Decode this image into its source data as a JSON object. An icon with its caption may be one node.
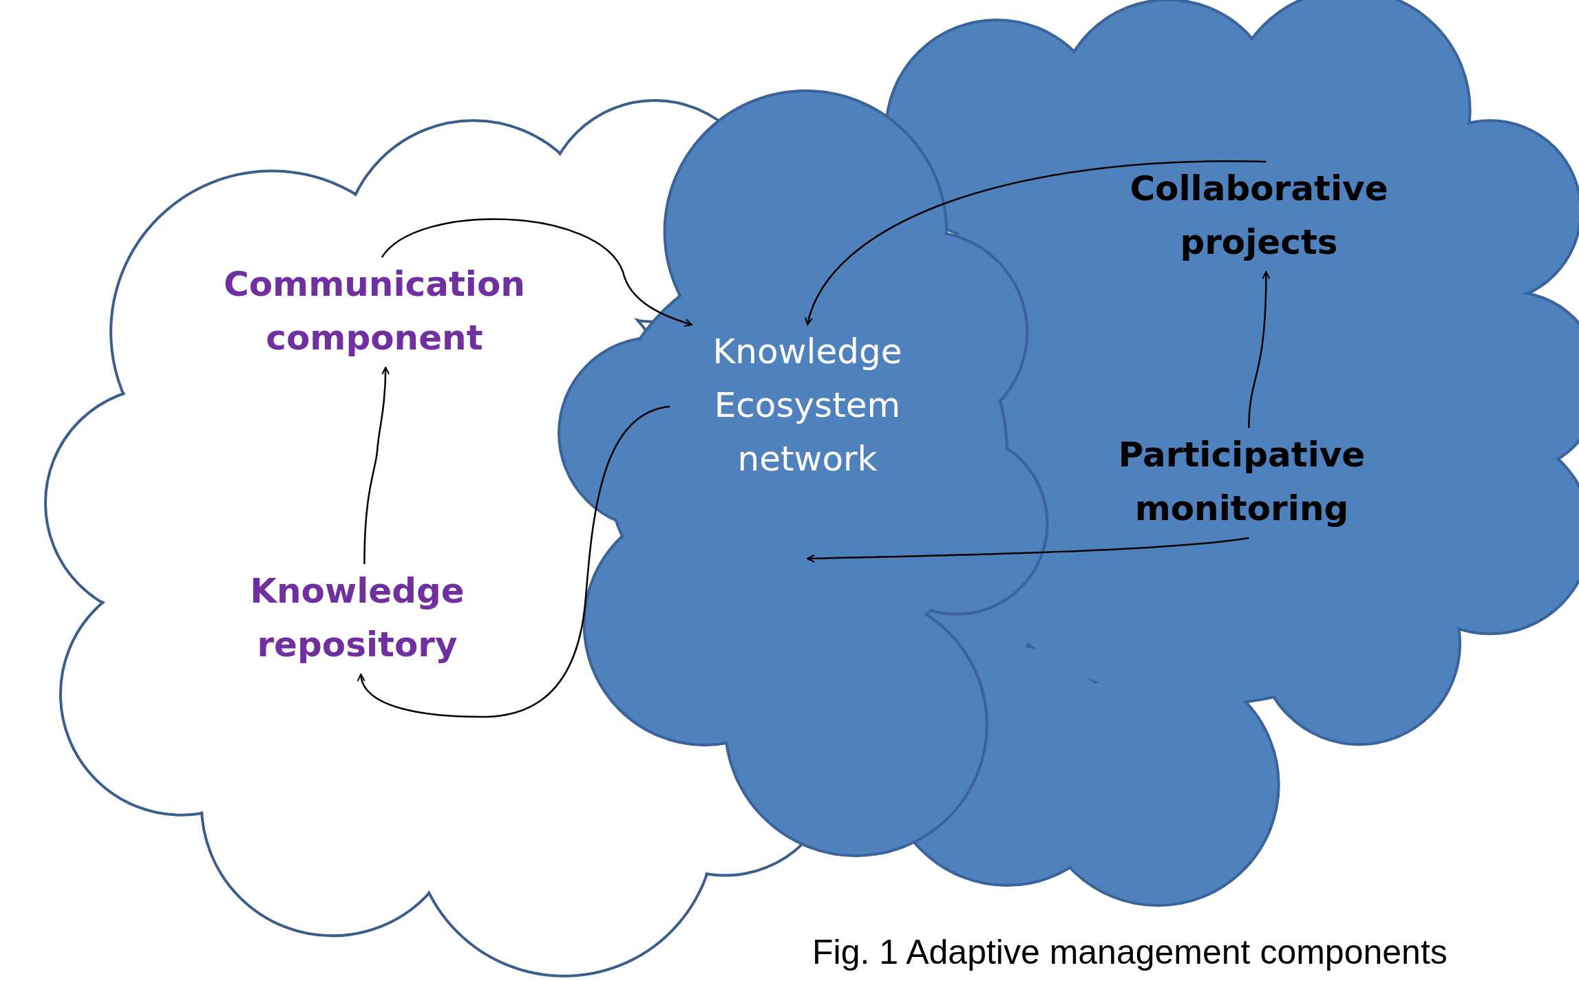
{
  "diagram": {
    "caption": "Fig. 1 Adaptive management components",
    "nodes": [
      {
        "text": [],
        "shape": "cloud"
      },
      {
        "text": [
          "Communication component"
        ],
        "in": 0
      },
      {
        "text": [
          "Knowledge repository"
        ],
        "in": 0
      },
      {
        "text": [],
        "shape": "cloud"
      },
      {
        "text": [],
        "shape": "cloud"
      },
      {
        "text": [
          "Knowledge Ecosystem network"
        ],
        "in": 4
      },
      {
        "text": [
          "Collaborative projects"
        ],
        "in": 3
      },
      {
        "text": [
          "Participative monitoring"
        ],
        "in": 3
      }
    ],
    "edges": [
      {
        "from": 2,
        "to": 1,
        "arrow": "to"
      },
      {
        "from": 1,
        "to": 5,
        "arrow": "to"
      },
      {
        "from": 6,
        "to": 5,
        "arrow": "to"
      },
      {
        "from": 7,
        "to": 6,
        "arrow": "to"
      },
      {
        "from": 7,
        "to": 5,
        "arrow": "to"
      },
      {
        "from": 5,
        "to": 2,
        "arrow": "to"
      }
    ]
  }
}
